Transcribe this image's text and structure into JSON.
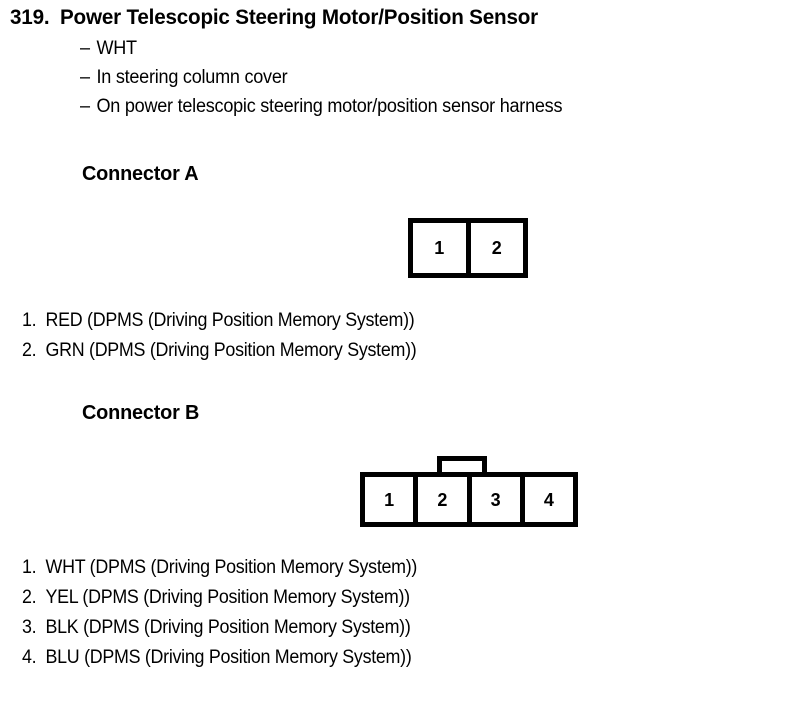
{
  "entry": {
    "number": "319.",
    "title": "Power Telescopic Steering Motor/Position Sensor",
    "bullets": [
      {
        "dash": "–",
        "text": "WHT"
      },
      {
        "dash": "–",
        "text": "In steering column cover"
      },
      {
        "dash": "–",
        "text": "On power telescopic steering motor/position sensor harness"
      }
    ]
  },
  "connector_a": {
    "heading": "Connector A",
    "pin_labels": [
      "1",
      "2"
    ],
    "pins": [
      {
        "index": "1.",
        "desc": "RED (DPMS (Driving Position Memory System))"
      },
      {
        "index": "2.",
        "desc": "GRN (DPMS (Driving Position Memory System))"
      }
    ]
  },
  "connector_b": {
    "heading": "Connector B",
    "pin_labels": [
      "1",
      "2",
      "3",
      "4"
    ],
    "pins": [
      {
        "index": "1.",
        "desc": "WHT (DPMS (Driving Position Memory System))"
      },
      {
        "index": "2.",
        "desc": "YEL (DPMS (Driving Position Memory System))"
      },
      {
        "index": "3.",
        "desc": "BLK (DPMS (Driving Position Memory System))"
      },
      {
        "index": "4.",
        "desc": "BLU (DPMS (Driving Position Memory System))"
      }
    ]
  },
  "colors": {
    "ink": "#000000",
    "page": "#ffffff"
  }
}
